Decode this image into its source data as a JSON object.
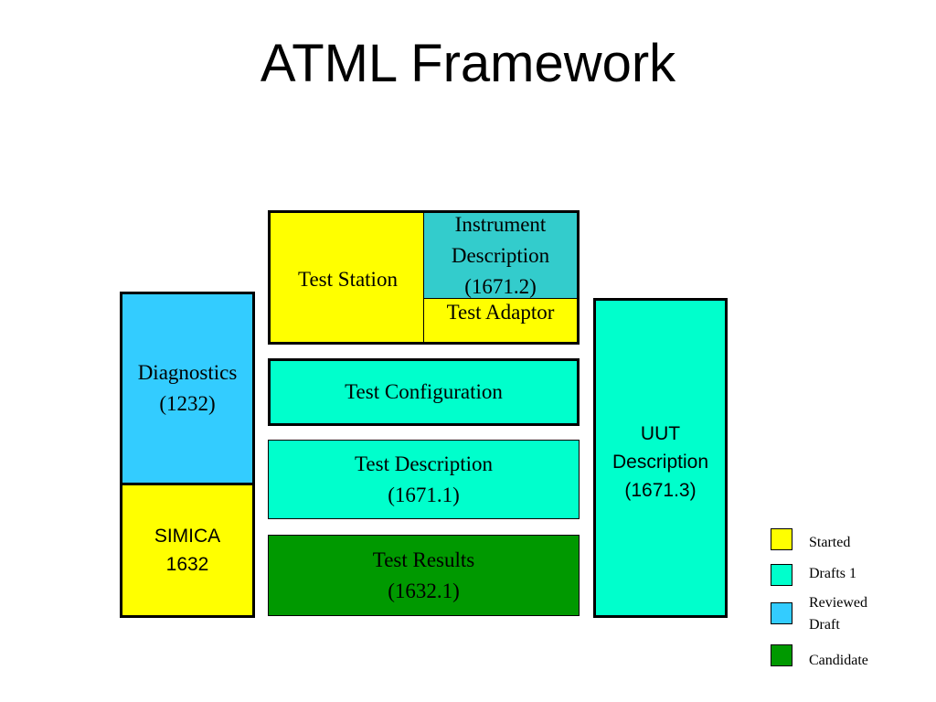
{
  "title": "ATML Framework",
  "colors": {
    "yellow": "#ffff00",
    "teal": "#33cccc",
    "aqua": "#00ffcc",
    "sky_blue": "#33ccff",
    "green": "#009900"
  },
  "blocks": {
    "test_station": "Test Station",
    "instrument_description": "Instrument\nDescription\n(1671.2)",
    "test_adaptor": "Test Adaptor",
    "test_configuration": "Test Configuration",
    "test_description": "Test Description\n(1671.1)",
    "test_results": "Test Results\n(1632.1)",
    "diagnostics": "Diagnostics\n(1232)",
    "simica": "SIMICA\n1632",
    "uut_description": "UUT\nDescription\n(1671.3)"
  },
  "legend": [
    {
      "label": "Started",
      "color": "#ffff00"
    },
    {
      "label": "Drafts 1",
      "color": "#00ffcc"
    },
    {
      "label": "Reviewed\nDraft",
      "color": "#33ccff"
    },
    {
      "label": "Candidate",
      "color": "#009900"
    }
  ]
}
